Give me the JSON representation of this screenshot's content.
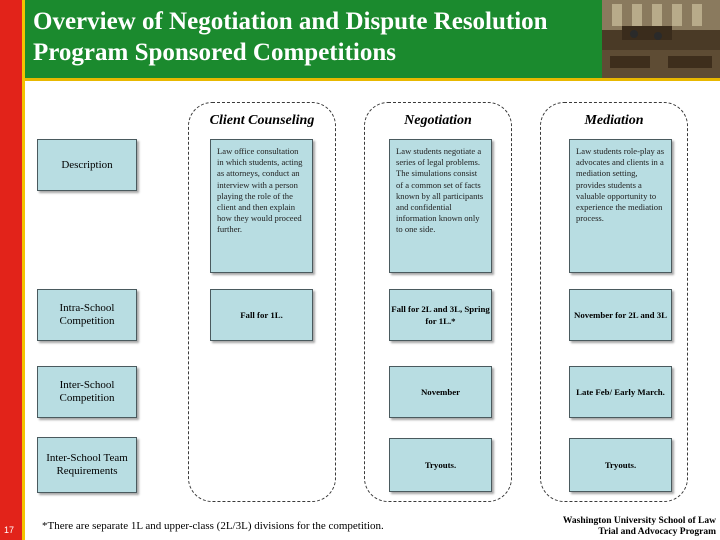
{
  "title": "Overview of  Negotiation and Dispute Resolution Program Sponsored Competitions",
  "columns": [
    {
      "heading": "Client Counseling",
      "description": "Law office consultation in which students, acting as attorneys, conduct an interview with a person playing the role of the client and then explain how they would proceed further.",
      "intra_school": "Fall for 1L.",
      "inter_school": "",
      "team_requirements": ""
    },
    {
      "heading": "Negotiation",
      "description": "Law students negotiate a series of legal problems. The simulations consist of a common set of facts known by all participants and confidential information known only to one side.",
      "intra_school": "Fall for 2L and 3L, Spring for 1L.*",
      "inter_school": "November",
      "team_requirements": "Tryouts."
    },
    {
      "heading": "Mediation",
      "description": "Law students role-play as advocates and clients in a mediation setting, provides students a valuable opportunity to experience the mediation process.",
      "intra_school": "November for 2L and 3L",
      "inter_school": "Late Feb/ Early March.",
      "team_requirements": "Tryouts."
    }
  ],
  "rows": {
    "description": "Description",
    "intra_school": "Intra-School Competition",
    "inter_school": "Inter-School Competition",
    "team_requirements": "Inter-School Team Requirements"
  },
  "footnote": "*There are separate 1L and upper-class (2L/3L) divisions for the competition.",
  "slide_number": "17",
  "footer": {
    "line1": "Washington University School of Law",
    "line2": "Trial and Advocacy Program"
  },
  "colors": {
    "header_green": "#1b8a2e",
    "accent_red": "#e2231a",
    "accent_gold": "#e8b800",
    "box_fill": "#b8dde2"
  }
}
